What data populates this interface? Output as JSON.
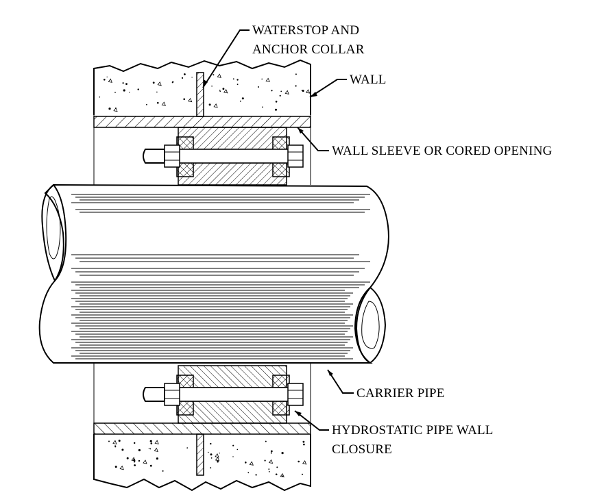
{
  "labels": {
    "waterstop_line1": "WATERSTOP AND",
    "waterstop_line2": "ANCHOR COLLAR",
    "wall": "WALL",
    "wall_sleeve": "WALL SLEEVE OR CORED OPENING",
    "carrier_pipe": "CARRIER PIPE",
    "hydrostatic_line1": "HYDROSTATIC PIPE WALL",
    "hydrostatic_line2": "CLOSURE"
  }
}
